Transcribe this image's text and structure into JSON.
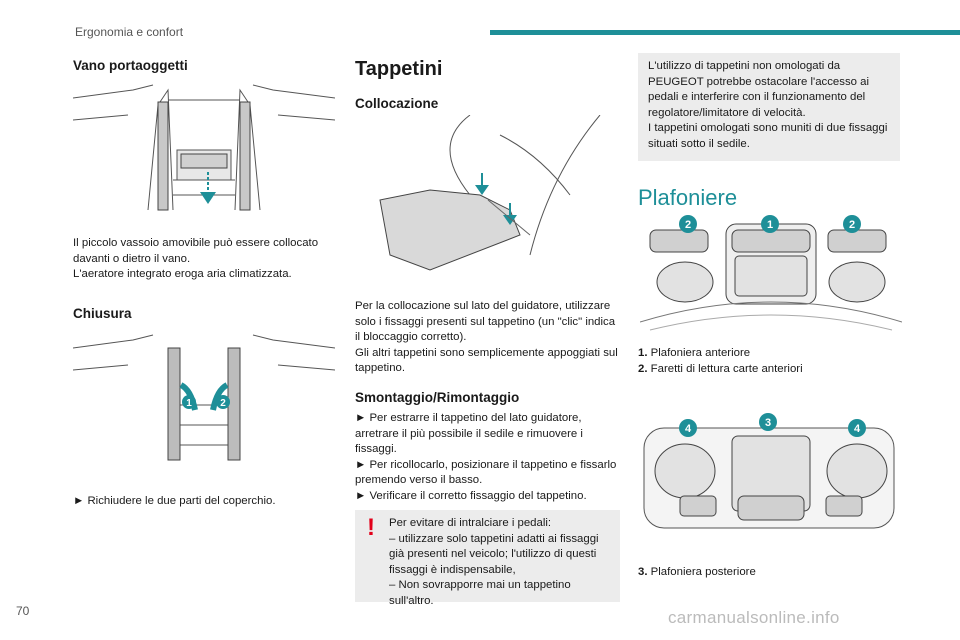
{
  "header": {
    "section": "Ergonomia e confort",
    "accent": "#1e8f98"
  },
  "page_number": "70",
  "watermark": "carmanualsonline.info",
  "col1": {
    "vano_title": "Vano portaoggetti",
    "vano_text": "Il piccolo vassoio amovibile può essere collocato davanti o dietro il vano.\nL'aeratore integrato eroga aria climatizzata.",
    "chiusura_title": "Chiusura",
    "chiusura_text": "► Richiudere le due parti del coperchio.",
    "fig_labels": [
      "1",
      "2"
    ]
  },
  "col2": {
    "title": "Tappetini",
    "collocazione_title": "Collocazione",
    "collocazione_text": "Per la collocazione sul lato del guidatore, utilizzare solo i fissaggi presenti sul tappetino (un \"clic\" indica il bloccaggio corretto).\nGli altri tappetini sono semplicemente appoggiati sul tappetino.",
    "smontaggio_title": "Smontaggio/Rimontaggio",
    "smontaggio_text": "► Per estrarre il tappetino del lato guidatore, arretrare il più possibile il sedile e rimuovere i fissaggi.\n► Per ricollocarlo, posizionare il tappetino e fissarlo premendo verso il basso.\n► Verificare il corretto fissaggio del tappetino.",
    "warning_text": "Per evitare di intralciare i pedali:\n– utilizzare solo tappetini adatti ai fissaggi già presenti nel veicolo; l'utilizzo di questi fissaggi è indispensabile,\n– Non sovrapporre mai un tappetino sull'altro.",
    "warning_color": "#e2001a"
  },
  "col3": {
    "note_text": "L'utilizzo di tappetini non omologati da PEUGEOT potrebbe ostacolare l'accesso ai pedali e interferire con il funzionamento del regolatore/limitatore di velocità.\nI tappetini omologati sono muniti di due fissaggi situati sotto il sedile.",
    "plafoniere_title": "Plafoniere",
    "fig1_labels": [
      "2",
      "1",
      "2"
    ],
    "legend1": [
      {
        "num": "1.",
        "text": "Plafoniera anteriore"
      },
      {
        "num": "2.",
        "text": "Faretti di lettura carte anteriori"
      }
    ],
    "fig2_labels": [
      "4",
      "3",
      "4"
    ],
    "legend2": [
      {
        "num": "3.",
        "text": "Plafoniera posteriore"
      }
    ]
  }
}
